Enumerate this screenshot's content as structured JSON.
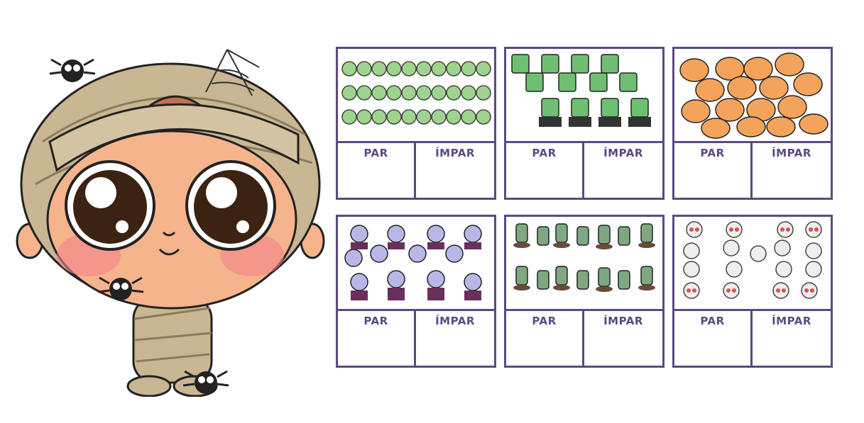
{
  "worksheet": {
    "cards": [
      {
        "theme": "potion-bottles",
        "par_label": "PAR",
        "impar_label": "ÍMPAR"
      },
      {
        "theme": "frankenstein-monsters",
        "par_label": "PAR",
        "impar_label": "ÍMPAR"
      },
      {
        "theme": "pumpkins",
        "par_label": "PAR",
        "impar_label": "ÍMPAR"
      },
      {
        "theme": "vampires",
        "par_label": "PAR",
        "impar_label": "ÍMPAR"
      },
      {
        "theme": "zombie-hands",
        "par_label": "PAR",
        "impar_label": "ÍMPAR"
      },
      {
        "theme": "skeletons",
        "par_label": "PAR",
        "impar_label": "ÍMPAR"
      }
    ]
  },
  "colors": {
    "border": "#5b4a82",
    "label": "#5b4a82",
    "bandage": "#d4c3a2",
    "skin": "#f6b48c"
  }
}
